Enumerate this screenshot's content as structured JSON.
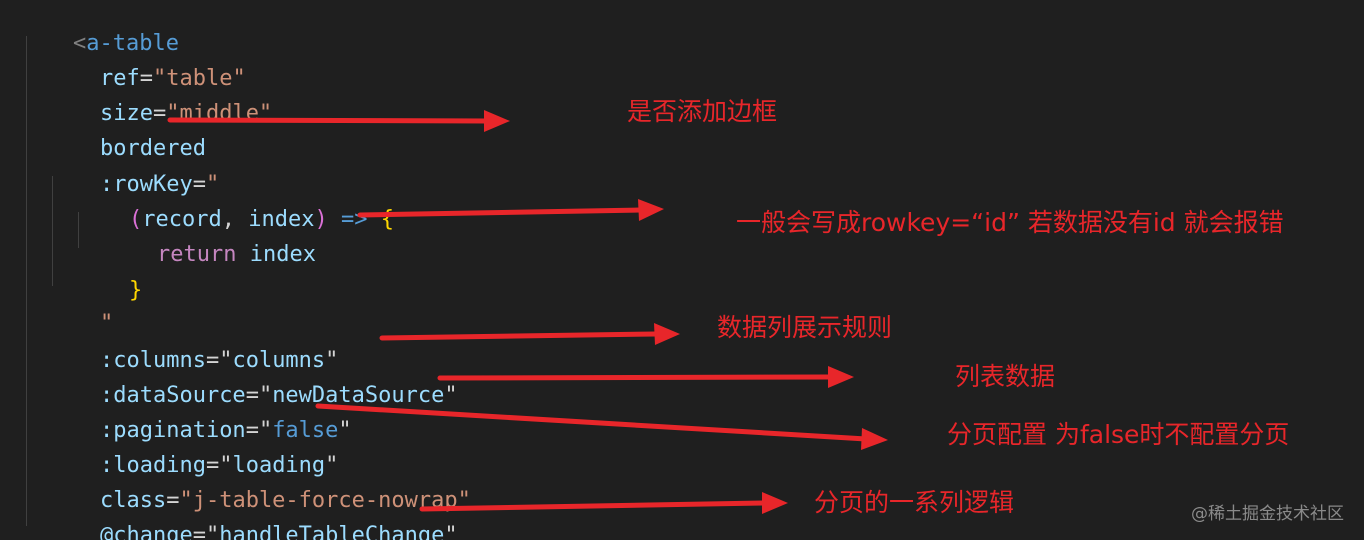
{
  "code": {
    "l1_open": "<",
    "l1_tag": "a-table",
    "l2_attr": "ref",
    "l2_eq": "=",
    "l2_val": "\"table\"",
    "l3_attr": "size",
    "l3_eq": "=",
    "l3_val": "\"middle\"",
    "l4_attr": "bordered",
    "l5_attr": ":rowKey",
    "l5_eq": "=",
    "l5_val": "\"",
    "l6_paren_open": "(",
    "l6_p1": "record",
    "l6_comma": ", ",
    "l6_p2": "index",
    "l6_paren_close": ")",
    "l6_arrow": " => ",
    "l6_brace": "{",
    "l7_kw": "return",
    "l7_var": " index",
    "l8_brace": "}",
    "l9_val": "\"",
    "l10_attr": ":columns",
    "l10_eq": "=",
    "l10_q1": "\"",
    "l10_val": "columns",
    "l10_q2": "\"",
    "l11_attr": ":dataSource",
    "l11_eq": "=",
    "l11_q1": "\"",
    "l11_val": "newDataSource",
    "l11_q2": "\"",
    "l12_attr": ":pagination",
    "l12_eq": "=",
    "l12_q1": "\"",
    "l12_val": "false",
    "l12_q2": "\"",
    "l13_attr": ":loading",
    "l13_eq": "=",
    "l13_q1": "\"",
    "l13_val": "loading",
    "l13_q2": "\"",
    "l14_attr": "class",
    "l14_eq": "=",
    "l14_val": "\"j-table-force-nowrap\"",
    "l15_attr": "@change",
    "l15_eq": "=",
    "l15_q1": "\"",
    "l15_val": "handleTableChange",
    "l15_q2": "\""
  },
  "annotations": {
    "bordered": "是否添加边框",
    "rowkey": "一般会写成rowkey=“id” 若数据没有id 就会报错",
    "columns": "数据列展示规则",
    "datasource": "列表数据",
    "pagination": "分页配置 为false时不配置分页",
    "change": "分页的一系列逻辑"
  },
  "watermark": "@稀土掘金技术社区",
  "colors": {
    "background": "#1f1f1f",
    "annotation_red": "#e8262a"
  }
}
